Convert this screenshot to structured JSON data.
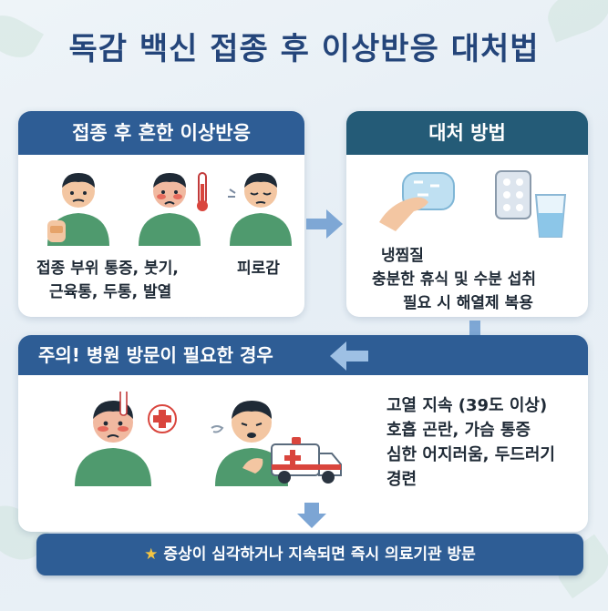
{
  "title": "독감 백신 접종 후 이상반응 대처법",
  "common": {
    "header": "접종 후 흔한 이상반응",
    "item1_line1": "접종 부위 통증, 붓기,",
    "item1_line2": "근육통, 두통, 발열",
    "item2": "피로감"
  },
  "care": {
    "header": "대처 방법",
    "line1": "냉찜질",
    "line2": "충분한 휴식 및 수분 섭취",
    "line3": "필요 시 해열제 복용"
  },
  "warning": {
    "header": "주의! 병원 방문이 필요한 경우",
    "line1": "고열 지속 (39도 이상)",
    "line2": "호흡 곤란, 가슴 통증",
    "line3": "심한 어지러움, 두드러기",
    "line4": "경련"
  },
  "banner": {
    "star": "★",
    "text": "증상이 심각하거나 지속되면 즉시 의료기관 방문"
  },
  "colors": {
    "title": "#24457a",
    "header_blue": "#2e5d95",
    "header_teal": "#245b77",
    "shirt_green": "#4f9a6e",
    "arrow": "#5b8fc9"
  },
  "icons": [
    "injected-arm-person",
    "fever-person-thermometer",
    "tired-person",
    "ice-pack",
    "pills-and-water",
    "sick-person-cross",
    "chest-pain-person",
    "ambulance",
    "star-icon"
  ]
}
